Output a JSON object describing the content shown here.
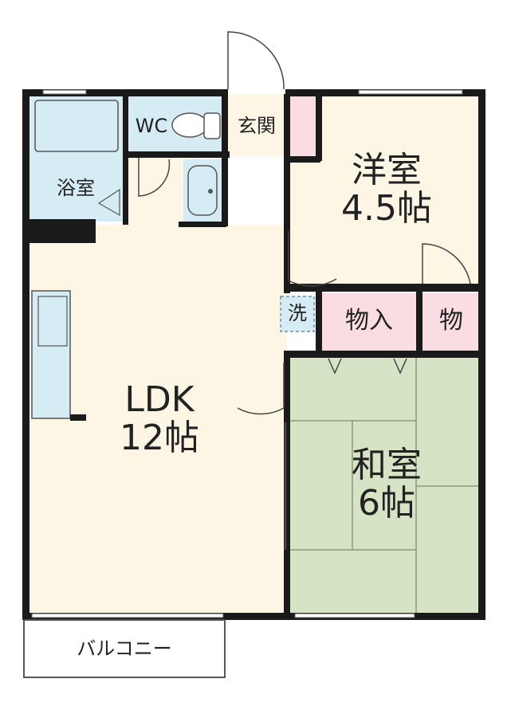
{
  "colors": {
    "wall": "#1a1a1a",
    "ldk_floor": "#fdf6e4",
    "western_floor": "#fdf6e4",
    "tatami": "#d6e3c4",
    "tatami_line": "#8a9a7a",
    "wet_area": "#d6ecf5",
    "closet": "#f9dde3",
    "balcony": "#ffffff"
  },
  "rooms": {
    "ldk": {
      "name": "LDK",
      "size": "12帖"
    },
    "western": {
      "name": "洋室",
      "size": "4.5帖"
    },
    "japanese": {
      "name": "和室",
      "size": "6帖"
    },
    "bath": {
      "name": "浴室"
    },
    "toilet": {
      "name": "WC"
    },
    "entrance": {
      "name": "玄関"
    },
    "washer": {
      "name": "洗"
    },
    "storage": {
      "name": "物入"
    },
    "storage_small": {
      "name": "物"
    },
    "balcony": {
      "name": "バルコニー"
    }
  }
}
